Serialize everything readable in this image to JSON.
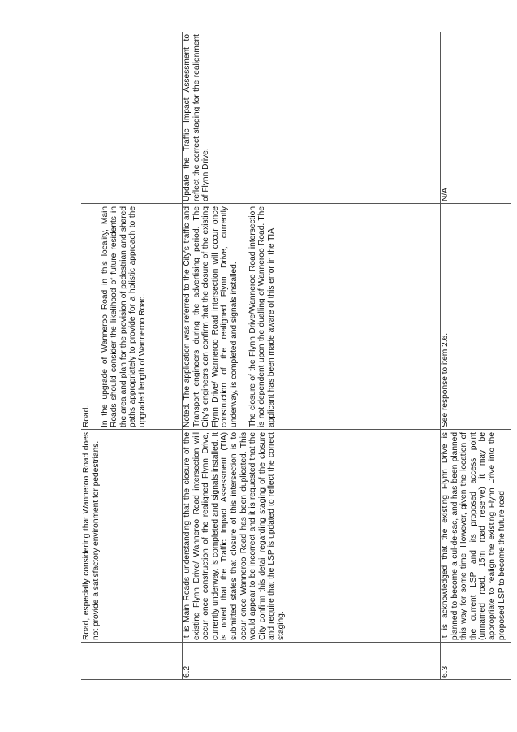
{
  "rows": [
    {
      "item_no": "",
      "submission": "Road, especially considering that Wanneroo Road does not provide a satisfactory environment for pedestrians.",
      "response": "Road.",
      "response_p2": "In the upgrade of Wanneroo Road in this locality, Main Roads should consider the likelihood of future residents in the area and plan for the provision of pedestrian and shared paths appropriately to provide for a holistic approach to the upgraded length of Wanneroo Road.",
      "action": ""
    },
    {
      "item_no": "6.2",
      "submission": "It is Main Roads understanding that the closure of the existing Flynn Drive/ Wanneroo Road intersection will occur once construction of the realigned Flynn Drive, currently underway, is completed and signals installed. It is noted that the Traffic Impact Assessment (TIA) submitted states that closure of this intersection is to occur once Wanneroo Road has been duplicated. This would appear to be incorrect and it is requested that the City confirm this detail regarding staging of the closure and require that the LSP is updated to reflect the correct staging.",
      "response": "Noted. The application was referred to the City's traffic and Transport engineers during the advertising period. The City's engineers can confirm that the closure of the existing Flynn Drive/ Wanneroo Road intersection will occur once construction of the realigned Flynn Drive, currently underway, is completed and signals installed.",
      "response_p2": "The closure of the Flynn Drive/Wanneroo Road intersection is not dependent upon the dualling of Wanneroo Road. The applicant has been made aware of this error in the TIA.",
      "action": "Update the Traffic Impact Assessment to reflect the correct staging for the realignment of Flynn Drive."
    },
    {
      "item_no": "6.3",
      "submission": "It is acknowledged that the existing Flynn Drive is planned to become a cul-de-sac, and has been planned this way for some time. However, given the location of the current LSP and its proposed access point (unnamed road, 15m road reserve) it may be appropriate to realign the existing Flynn Drive into the proposed LSP to become the future road",
      "response": "See response to item 2.6.",
      "response_p2": "",
      "action": "N/A"
    }
  ]
}
